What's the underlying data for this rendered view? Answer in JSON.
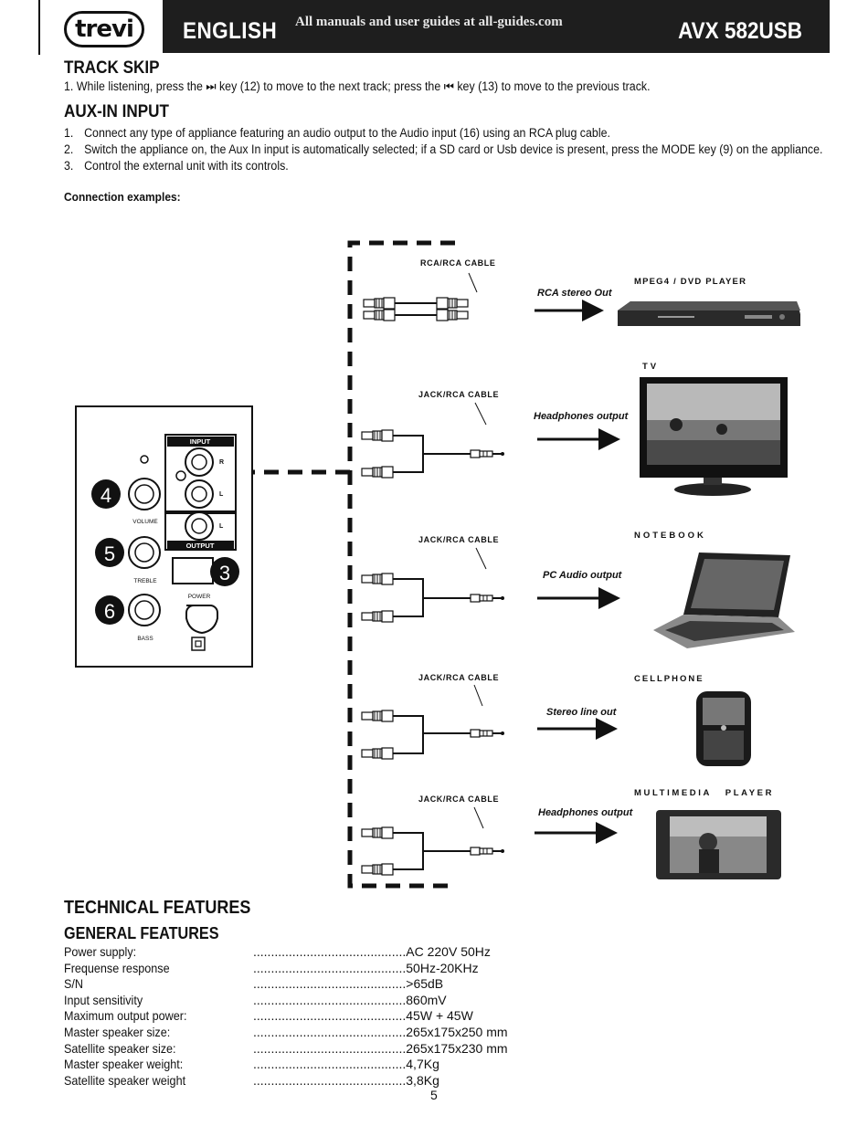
{
  "header": {
    "logo": "trevi",
    "language": "ENGLISH",
    "banner": "All manuals and user guides at all-guides.com",
    "model": "AVX 582USB"
  },
  "track_skip": {
    "title": "TRACK SKIP",
    "text": "1. While listening, press the ⏭ key (12) to move to the next track; press the ⏮ key (13) to move to the previous track."
  },
  "aux_in": {
    "title": "AUX-IN INPUT",
    "steps": [
      {
        "n": "1.",
        "text": "Connect any type of appliance featuring an audio output to the Audio input (16) using an RCA plug cable."
      },
      {
        "n": "2.",
        "text": "Switch the appliance on, the Aux In input is automatically selected; if a SD card or Usb device is present, press the MODE key (9) on the appliance."
      },
      {
        "n": "3.",
        "text": "Control the external unit with its controls."
      }
    ],
    "connection_title": "Connection examples:"
  },
  "panel": {
    "input_label": "INPUT",
    "output_label": "OUTPUT",
    "r": "R",
    "l1": "L",
    "l2": "L",
    "volume": "VOLUME",
    "treble": "TREBLE",
    "bass": "BASS",
    "power": "POWER",
    "callout_volume": "4",
    "callout_treble": "5",
    "callout_bass": "6",
    "callout_power": "3"
  },
  "devices": [
    {
      "cable": "RCA/RCA CABLE",
      "output": "RCA stereo Out",
      "name": "MPEG4 / DVD PLAYER"
    },
    {
      "cable": "JACK/RCA CABLE",
      "output": "Headphones output",
      "name": "TV"
    },
    {
      "cable": "JACK/RCA CABLE",
      "output": "PC Audio output",
      "name": "NOTEBOOK"
    },
    {
      "cable": "JACK/RCA CABLE",
      "output": "Stereo line out",
      "name": "CELLPHONE"
    },
    {
      "cable": "JACK/RCA CABLE",
      "output": "Headphones output",
      "name": "MULTIMEDIA PLAYER"
    }
  ],
  "features": {
    "title": "TECHNICAL FEATURES",
    "subtitle": "GENERAL FEATURES",
    "rows": [
      {
        "label": "Power supply:",
        "value": "AC 220V 50Hz"
      },
      {
        "label": "Frequense response",
        "value": "50Hz-20KHz"
      },
      {
        "label": "S/N",
        "value": ">65dB"
      },
      {
        "label": "Input sensitivity",
        "value": "860mV"
      },
      {
        "label": "Maximum output power:",
        "value": "45W + 45W"
      },
      {
        "label": "Master speaker size:",
        "value": "265x175x250 mm"
      },
      {
        "label": "Satellite speaker size:",
        "value": "265x175x230 mm"
      },
      {
        "label": "Master speaker weight:",
        "value": "4,7Kg"
      },
      {
        "label": "Satellite speaker weight",
        "value": "3,8Kg"
      }
    ]
  },
  "page_number": "5"
}
